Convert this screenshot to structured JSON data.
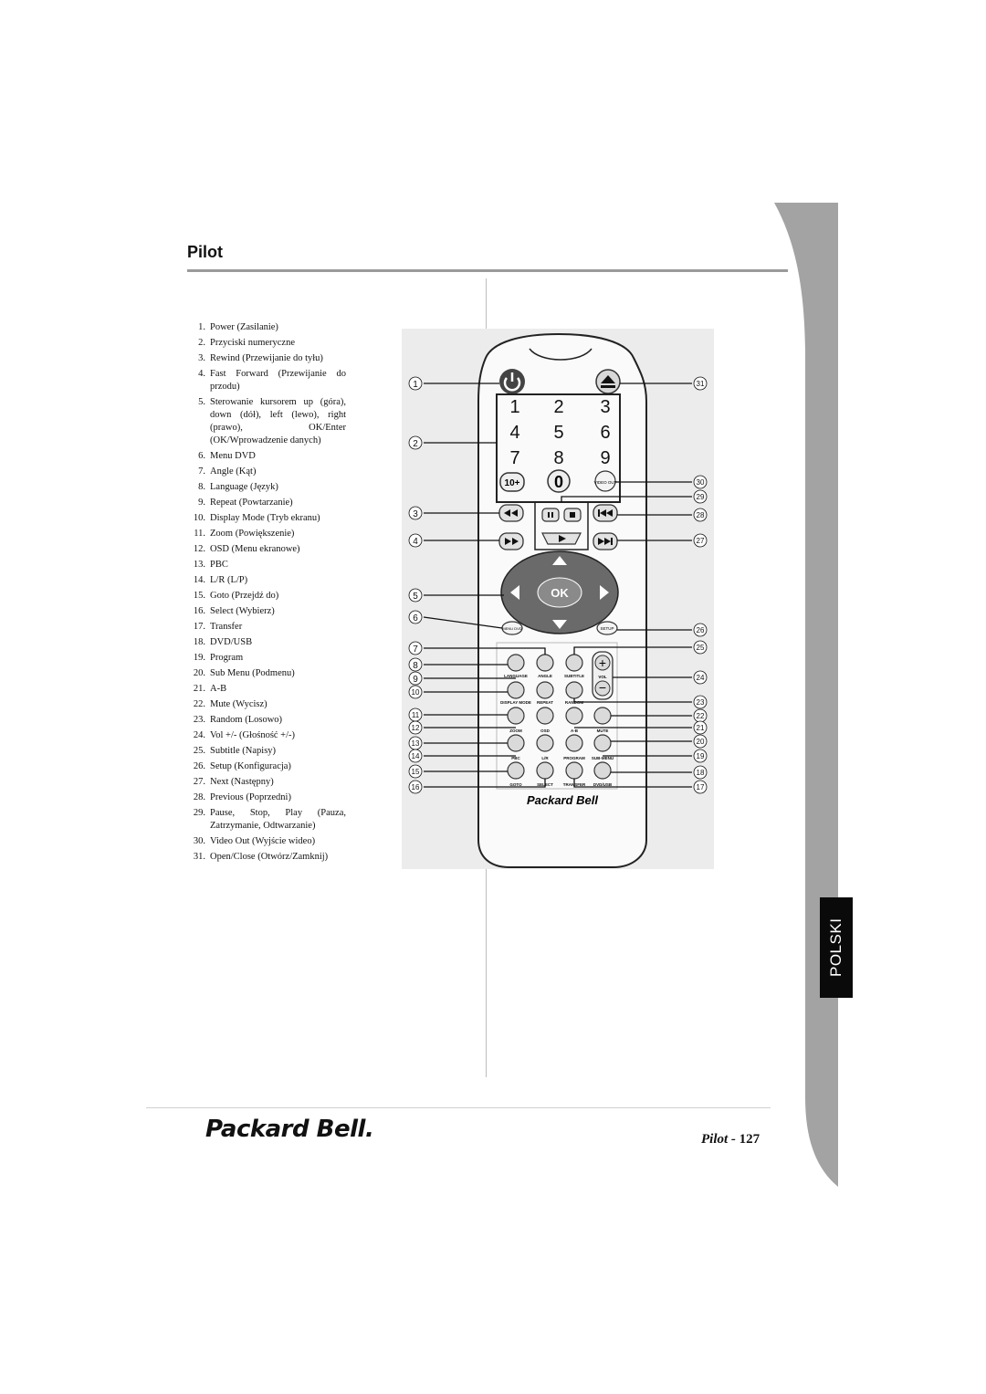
{
  "page": {
    "title": "Pilot",
    "language_tab": "POLSKI"
  },
  "legend": [
    {
      "n": "1.",
      "text": "Power (Zasilanie)"
    },
    {
      "n": "2.",
      "text": "Przyciski numeryczne"
    },
    {
      "n": "3.",
      "text": "Rewind (Przewijanie do tyłu)"
    },
    {
      "n": "4.",
      "text": "Fast Forward (Przewijanie do przodu)"
    },
    {
      "n": "5.",
      "text": "Sterowanie kursorem up (góra), down (dół), left (lewo), right (prawo), OK/Enter (OK/Wprowadzenie danych)"
    },
    {
      "n": "6.",
      "text": "Menu DVD"
    },
    {
      "n": "7.",
      "text": "Angle (Kąt)"
    },
    {
      "n": "8.",
      "text": "Language (Język)"
    },
    {
      "n": "9.",
      "text": "Repeat (Powtarzanie)"
    },
    {
      "n": "10.",
      "text": "Display Mode (Tryb ekranu)"
    },
    {
      "n": "11.",
      "text": "Zoom (Powiększenie)"
    },
    {
      "n": "12.",
      "text": "OSD (Menu ekranowe)"
    },
    {
      "n": "13.",
      "text": "PBC"
    },
    {
      "n": "14.",
      "text": "L/R (L/P)"
    },
    {
      "n": "15.",
      "text": "Goto (Przejdź do)"
    },
    {
      "n": "16.",
      "text": "Select (Wybierz)"
    },
    {
      "n": "17.",
      "text": "Transfer"
    },
    {
      "n": "18.",
      "text": "DVD/USB"
    },
    {
      "n": "19.",
      "text": "Program"
    },
    {
      "n": "20.",
      "text": "Sub Menu (Podmenu)"
    },
    {
      "n": "21.",
      "text": "A-B"
    },
    {
      "n": "22.",
      "text": "Mute (Wycisz)"
    },
    {
      "n": "23.",
      "text": "Random (Losowo)"
    },
    {
      "n": "24.",
      "text": "Vol +/- (Głośność +/-)"
    },
    {
      "n": "25.",
      "text": "Subtitle (Napisy)"
    },
    {
      "n": "26.",
      "text": "Setup (Konfiguracja)"
    },
    {
      "n": "27.",
      "text": "Next (Następny)"
    },
    {
      "n": "28.",
      "text": "Previous (Poprzedni)"
    },
    {
      "n": "29.",
      "text": "Pause, Stop, Play (Pauza, Zatrzymanie, Odtwarzanie)"
    },
    {
      "n": "30.",
      "text": "Video Out (Wyjście wideo)"
    },
    {
      "n": "31.",
      "text": "Open/Close (Otwórz/Zamknij)"
    }
  ],
  "remote": {
    "digits": [
      "1",
      "2",
      "3",
      "4",
      "5",
      "6",
      "7",
      "8",
      "9",
      "10+",
      "0"
    ],
    "video_out": "VIDEO OUT",
    "ok": "OK",
    "menu_dvd": "MENU DVD",
    "setup": "SETUP",
    "vol": "VOL",
    "vol_plus": "+",
    "vol_minus": "−",
    "labels": {
      "language": "LANGUAGE",
      "angle": "ANGLE",
      "subtitle": "SUBTITLE",
      "display_mode": "DISPLAY MODE",
      "repeat": "REPEAT",
      "random": "RANDOM",
      "zoom": "ZOOM",
      "osd": "OSD",
      "ab": "A-B",
      "mute": "MUTE",
      "pbc": "PBC",
      "lr": "L/R",
      "program": "PROGRAM",
      "sub_menu": "SUB-MENU",
      "goto": "GOTO",
      "select": "SELECT",
      "transfer": "TRANSFER",
      "dvd_usb": "DVD/USB"
    },
    "brand": "Packard Bell",
    "callouts_left": [
      "1",
      "2",
      "3",
      "4",
      "5",
      "6",
      "7",
      "8",
      "9",
      "10",
      "11",
      "12",
      "13",
      "14",
      "15",
      "16"
    ],
    "callouts_right": [
      "31",
      "30",
      "29",
      "28",
      "27",
      "26",
      "25",
      "24",
      "23",
      "22",
      "21",
      "20",
      "19",
      "18",
      "17"
    ]
  },
  "footer": {
    "brand": "Packard Bell.",
    "section": "Pilot -",
    "page_number": "127"
  },
  "colors": {
    "tab_gray": "#a3a3a3",
    "rule_gray": "#9a9a9a",
    "lang_box": "#0a0a0a"
  }
}
